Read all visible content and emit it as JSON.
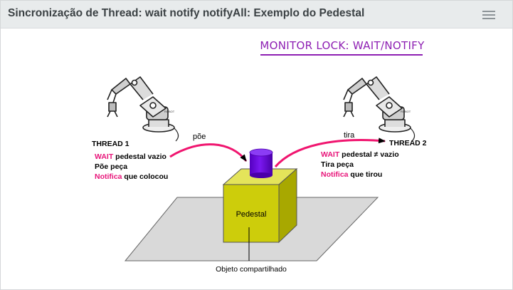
{
  "window": {
    "title": "Sincronização de Thread: wait notify notifyAll: Exemplo do Pedestal",
    "menu_icon": "hamburger-menu-icon"
  },
  "diagram": {
    "heading": "MONITOR LOCK: WAIT/NOTIFY",
    "thread1": {
      "name": "THREAD 1",
      "robot_label": "ROBOT",
      "line1_keyword": "WAIT",
      "line1_rest": " pedestal vazio",
      "line2": "Põe peça",
      "line3_keyword": "Notifica",
      "line3_rest": " que colocou"
    },
    "thread2": {
      "name": "THREAD 2",
      "robot_label": "ROBOT",
      "line1_keyword": "WAIT",
      "line1_rest": " pedestal ≠ vazio",
      "line2": "Tira peça",
      "line3_keyword": "Notifica",
      "line3_rest": " que tirou"
    },
    "arrow_left_label": "põe",
    "arrow_right_label": "tira",
    "pedestal_label": "Pedestal",
    "shared_object_label": "Objeto compartilhado"
  },
  "colors": {
    "heading": "#8e1fb3",
    "keyword": "#e8157a",
    "arrow": "#f0156f",
    "pedestal": "#cdcd0b",
    "cylinder": "#6a06e0",
    "floor": "#d9d9d9"
  }
}
